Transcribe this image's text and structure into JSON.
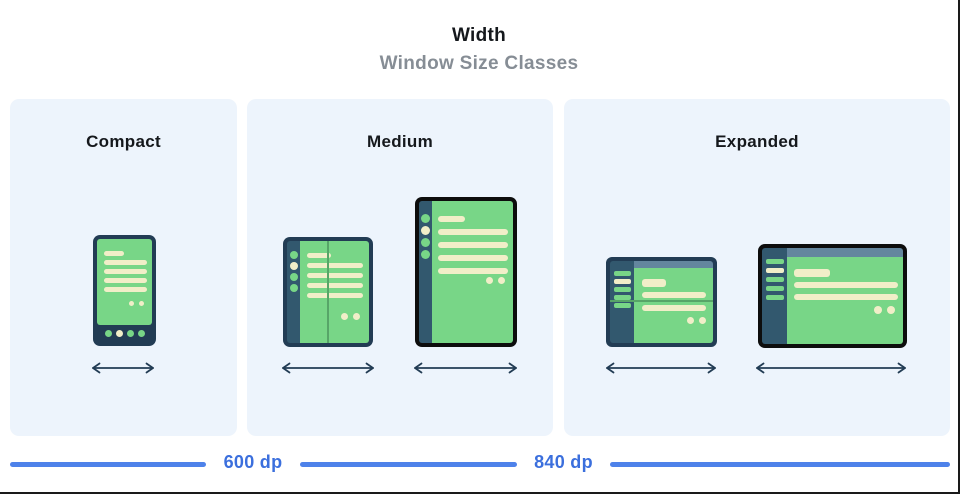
{
  "header": {
    "title": "Width",
    "subtitle": "Window Size Classes"
  },
  "size_classes": [
    {
      "label": "Compact",
      "devices": [
        "phone-portrait"
      ]
    },
    {
      "label": "Medium",
      "devices": [
        "foldable-open",
        "tablet-portrait"
      ]
    },
    {
      "label": "Expanded",
      "devices": [
        "foldable-landscape",
        "tablet-landscape"
      ]
    }
  ],
  "breakpoints": [
    {
      "label": "600 dp"
    },
    {
      "label": "840 dp"
    }
  ],
  "colors": {
    "panel_bg": "#edf4fc",
    "frame_navy": "#223c54",
    "frame_black": "#0d0d0d",
    "sidebar_slate": "#32586e",
    "screen_green": "#78d687",
    "placeholder_cream": "#f1eec8",
    "topbar_blue_gray": "#64869e",
    "fold_line_green": "#57a568",
    "axis_line_blue": "#4e82ea",
    "axis_text_blue": "#3b6fdd",
    "subtitle_gray": "#868d95"
  }
}
